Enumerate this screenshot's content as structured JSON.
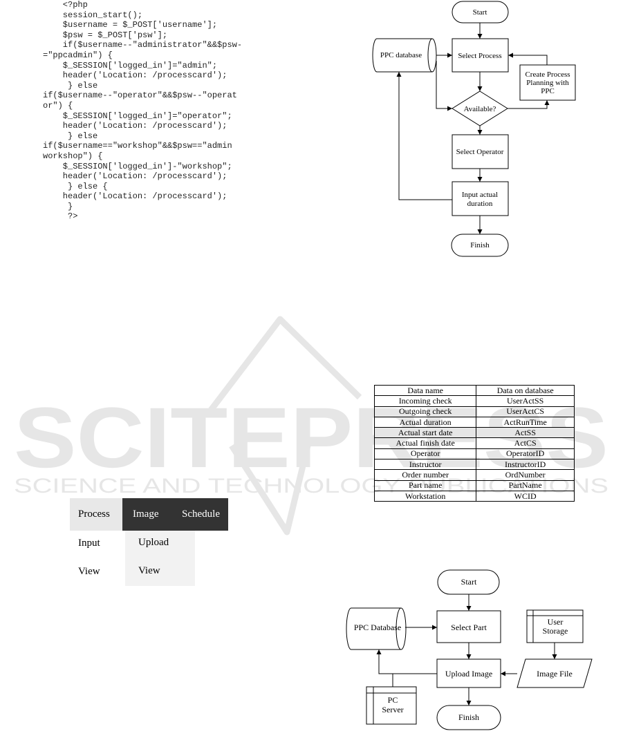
{
  "code_lines": [
    "    <?php",
    "    session_start();",
    "    $username = $_POST['username'];",
    "    $psw = $_POST['psw'];",
    "    if($username--\"administrator\"&&$psw-",
    "=\"ppcadmin\") {",
    "    $_SESSION['logged_in']=\"admin\";",
    "    header('Location: /processcard');",
    "     } else",
    "if($username--\"operator\"&&$psw--\"operat",
    "or\") {",
    "    $_SESSION['logged_in']=\"operator\";",
    "    header('Location: /processcard');",
    "     } else",
    "if($username==\"workshop\"&&$psw==\"admin",
    "workshop\") {",
    "    $_SESSION['logged_in']-\"workshop\";",
    "    header('Location: /processcard');",
    "     } else {",
    "    header('Location: /processcard');",
    "     }",
    "     ?>"
  ],
  "flowchart1": {
    "start": "Start",
    "database": "PPC database",
    "select_process": "Select Process",
    "create_line1": "Create Process",
    "create_line2": "Planning with",
    "create_line3": "PPC",
    "available": "Available?",
    "select_operator": "Select Operator",
    "input_line1": "Input actual",
    "input_line2": "duration",
    "finish": "Finish"
  },
  "watermark": {
    "big": "SCITEPRESS",
    "small": "SCIENCE AND TECHNOLOGY PUBLICATIONS",
    "color": "#e6e6e6"
  },
  "table": {
    "headers": [
      "Data name",
      "Data on database"
    ],
    "rows": [
      [
        "Incoming check",
        "UserActSS"
      ],
      [
        "Outgoing check",
        "UserActCS"
      ],
      [
        "Actual duration",
        "ActRunTime"
      ],
      [
        "Actual start date",
        "ActSS"
      ],
      [
        "Actual finish date",
        "ActCS"
      ],
      [
        "Operator",
        "OperatorID"
      ],
      [
        "Instructor",
        "InstructorID"
      ],
      [
        "Order number",
        "OrdNumber"
      ],
      [
        "Part name",
        "PartName"
      ],
      [
        "Workstation",
        "WCID"
      ]
    ]
  },
  "menu": {
    "process": "Process",
    "image": "Image",
    "schedule": "Schedule",
    "process_items": [
      "Input",
      "View"
    ],
    "image_items": [
      "Upload",
      "View"
    ],
    "header_dark": "#333333",
    "header_light": "#e8e8e8"
  },
  "flowchart2": {
    "start": "Start",
    "database": "PPC Database",
    "select_part": "Select Part",
    "user_line1": "User",
    "user_line2": "Storage",
    "upload": "Upload Image",
    "image_file": "Image File",
    "server_line1": "PC",
    "server_line2": "Server",
    "finish": "Finish"
  }
}
